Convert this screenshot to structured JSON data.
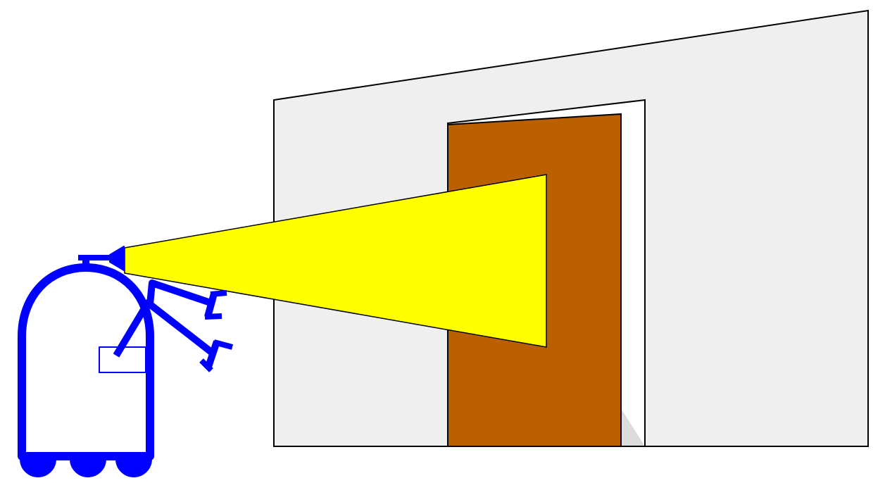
{
  "diagram": {
    "description_elements": [
      "robot",
      "sensor",
      "sensor-beam",
      "robot-arm-upper",
      "robot-arm-lower",
      "wall",
      "doorway",
      "door"
    ]
  },
  "colors": {
    "robot": "#0000ff",
    "robot_panel_fill": "#ffffff",
    "wall_fill": "#efefef",
    "wall_stroke": "#000000",
    "doorway_fill": "#ffffff",
    "door_fill": "#bb6000",
    "door_shadow": "#dcdcdc",
    "beam_fill": "#ffff00",
    "beam_stroke": "#000000",
    "background": "#ffffff"
  }
}
